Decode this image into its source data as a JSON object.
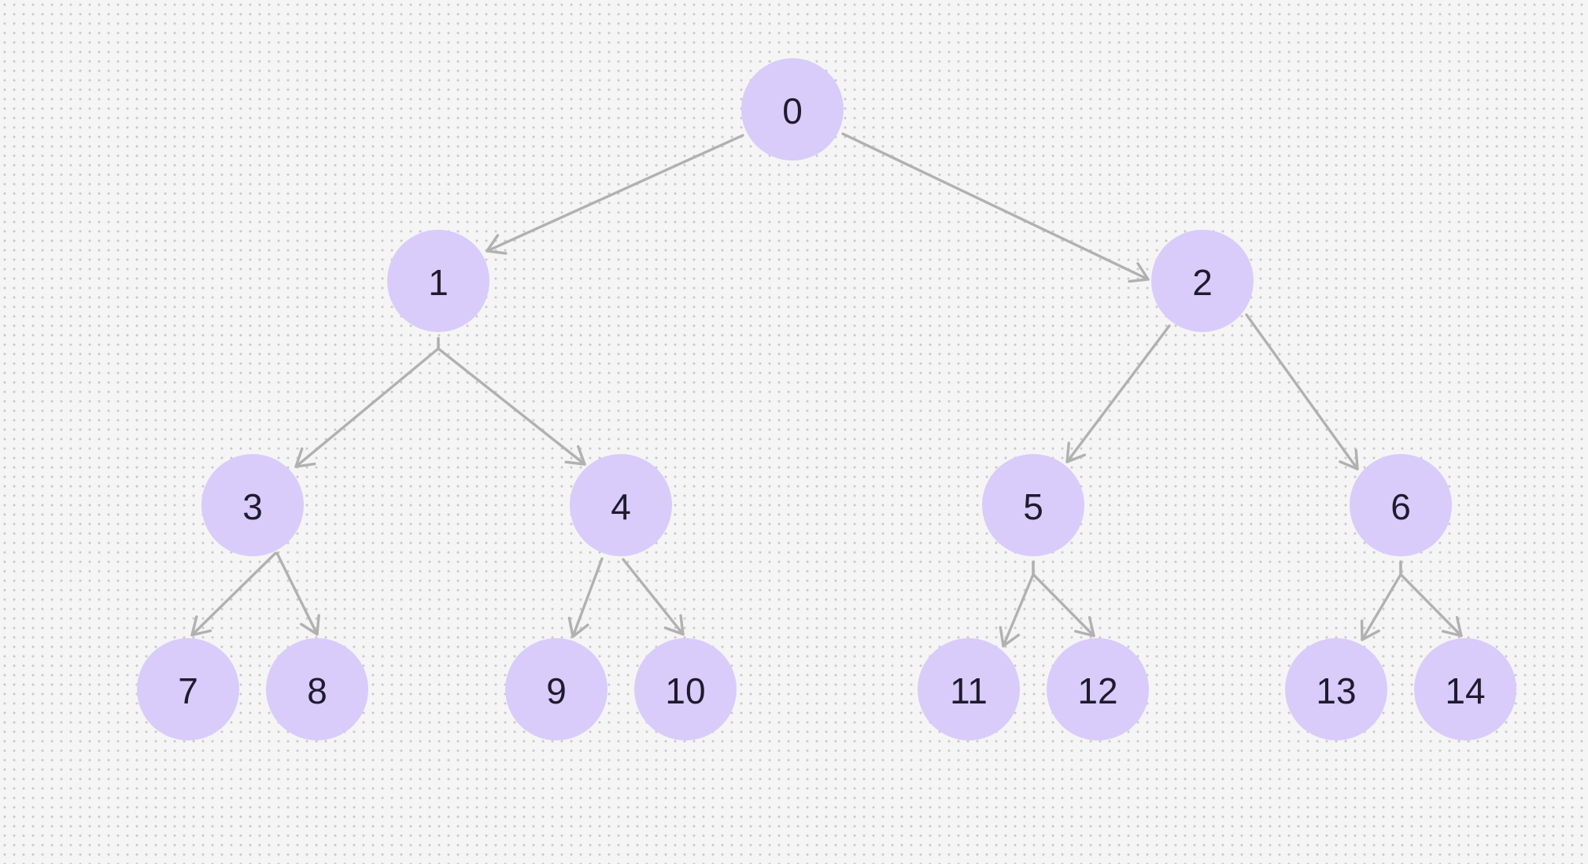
{
  "diagram": {
    "type": "binary-tree",
    "colors": {
      "node_fill": "#d9ccfa",
      "node_text": "#1f1b2e",
      "edge": "#b1b1b1",
      "background": "#f5f5f5"
    },
    "nodes": [
      {
        "id": "0",
        "label": "0"
      },
      {
        "id": "1",
        "label": "1"
      },
      {
        "id": "2",
        "label": "2"
      },
      {
        "id": "3",
        "label": "3"
      },
      {
        "id": "4",
        "label": "4"
      },
      {
        "id": "5",
        "label": "5"
      },
      {
        "id": "6",
        "label": "6"
      },
      {
        "id": "7",
        "label": "7"
      },
      {
        "id": "8",
        "label": "8"
      },
      {
        "id": "9",
        "label": "9"
      },
      {
        "id": "10",
        "label": "10"
      },
      {
        "id": "11",
        "label": "11"
      },
      {
        "id": "12",
        "label": "12"
      },
      {
        "id": "13",
        "label": "13"
      },
      {
        "id": "14",
        "label": "14"
      }
    ],
    "edges": [
      {
        "from": "0",
        "to": "1"
      },
      {
        "from": "0",
        "to": "2"
      },
      {
        "from": "1",
        "to": "3"
      },
      {
        "from": "1",
        "to": "4"
      },
      {
        "from": "2",
        "to": "5"
      },
      {
        "from": "2",
        "to": "6"
      },
      {
        "from": "3",
        "to": "7"
      },
      {
        "from": "3",
        "to": "8"
      },
      {
        "from": "4",
        "to": "9"
      },
      {
        "from": "4",
        "to": "10"
      },
      {
        "from": "5",
        "to": "11"
      },
      {
        "from": "5",
        "to": "12"
      },
      {
        "from": "6",
        "to": "13"
      },
      {
        "from": "6",
        "to": "14"
      }
    ]
  }
}
